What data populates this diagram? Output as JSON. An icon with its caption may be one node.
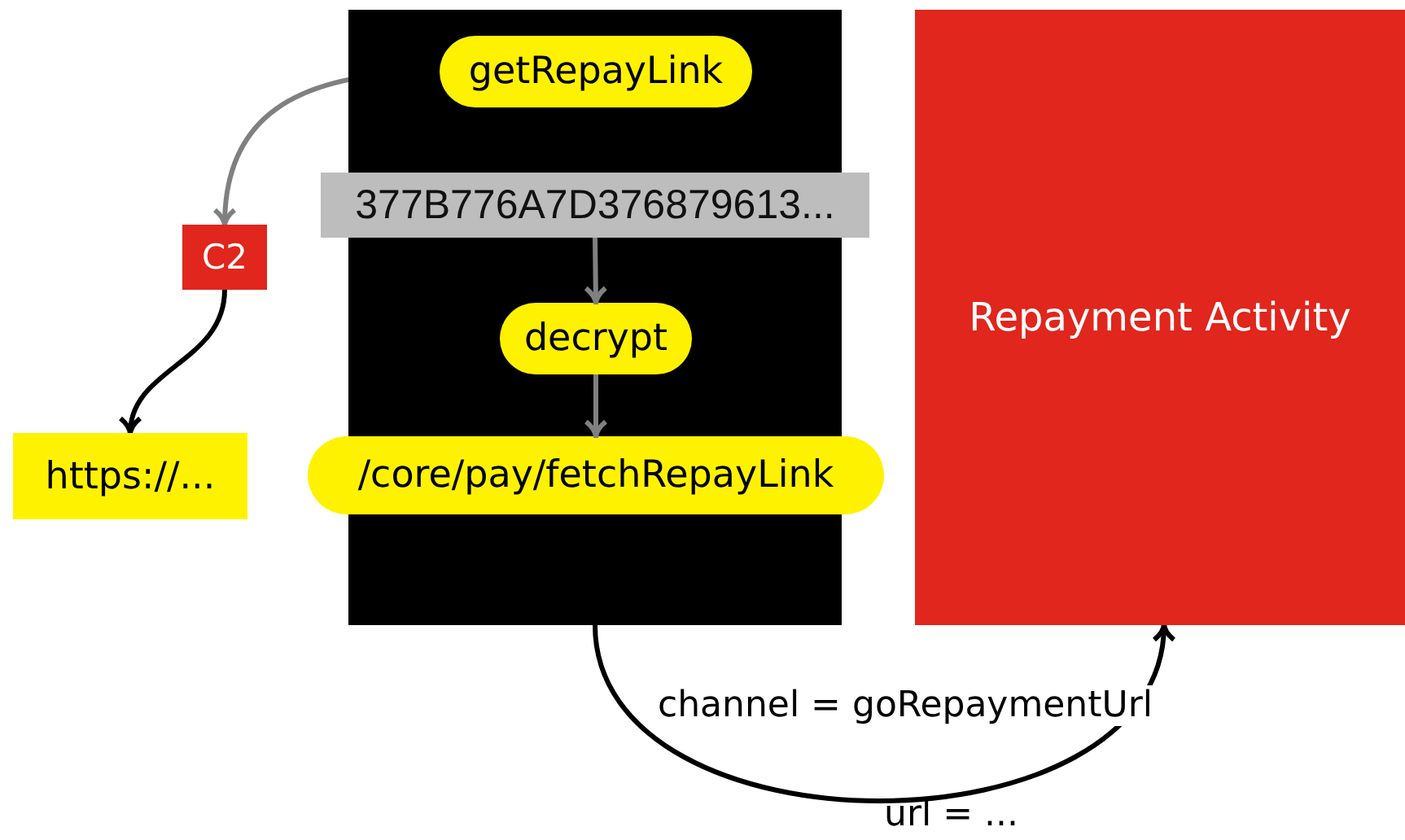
{
  "diagram": {
    "nodes": [
      {
        "text": [],
        "shape": "box"
      },
      {
        "text": [
          "getRepayLink"
        ],
        "in": 0
      },
      {
        "text": [
          "377B776A7D376879613..."
        ]
      },
      {
        "text": [
          "decrypt"
        ],
        "in": 0
      },
      {
        "text": [
          "/core/pay/fetchRepayLink"
        ]
      },
      {
        "text": [
          "C2"
        ]
      },
      {
        "text": [
          "https://..."
        ]
      },
      {
        "text": [
          "Repayment Activity"
        ]
      }
    ],
    "edges": [
      {
        "from": 1,
        "to": 5,
        "arrow": "to"
      },
      {
        "from": 5,
        "to": 6,
        "arrow": "to",
        "color": "#000000"
      },
      {
        "from": 2,
        "to": 3,
        "arrow": "to"
      },
      {
        "from": 3,
        "to": 4,
        "arrow": "to"
      },
      {
        "from": 0,
        "to": 7,
        "arrow": "to",
        "label": "channel = goRepaymentUrl",
        "color": "#000000"
      }
    ],
    "labels": [
      "url = ..."
    ]
  }
}
